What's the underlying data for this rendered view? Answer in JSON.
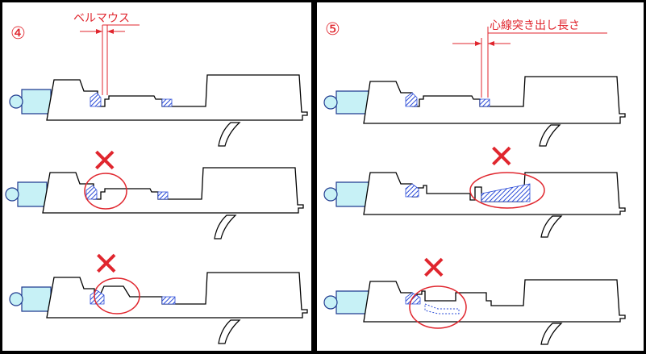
{
  "panels": [
    {
      "id": "left",
      "step": "④",
      "dimension_label": "ベルマウス"
    },
    {
      "id": "right",
      "step": "⑤",
      "dimension_label": "心線突き出し長さ"
    }
  ],
  "colors": {
    "outline": "#000000",
    "wire_fill": "#c7f1f6",
    "wire_outline": "#1f3a8f",
    "strand_hatch": "#2a4bd7",
    "annotation_red": "#e0262e",
    "background": "#ffffff",
    "border": "#000000"
  },
  "marks": {
    "wrong": "✕"
  }
}
